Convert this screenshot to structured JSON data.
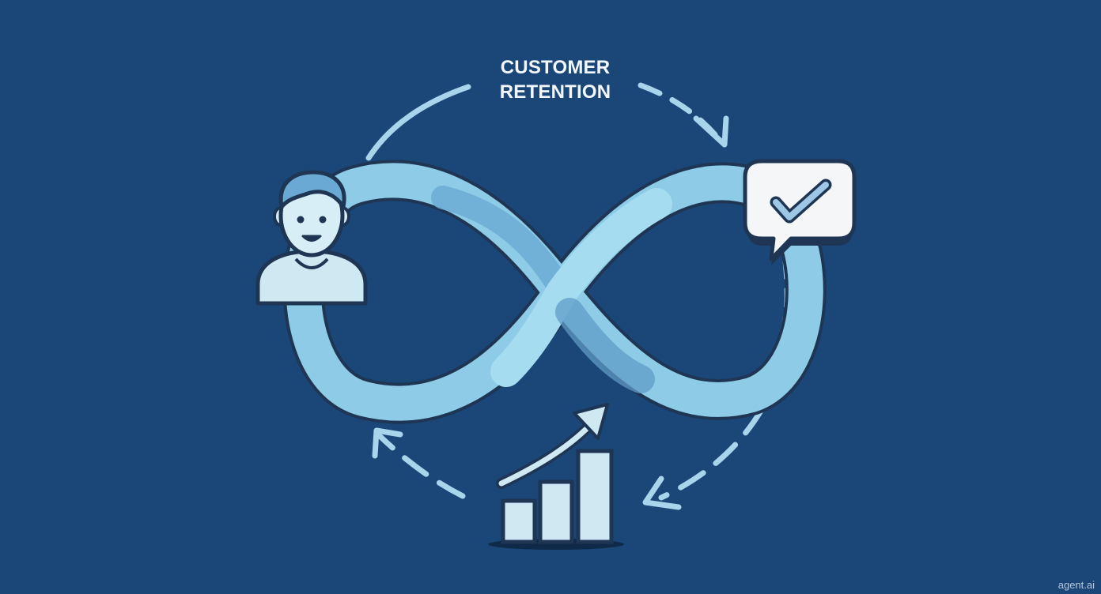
{
  "title": {
    "line1": "CUSTOMER",
    "line2": "RETENTION"
  },
  "watermark": "agent.ai",
  "nodes": [
    {
      "id": "customer",
      "icon": "person-icon"
    },
    {
      "id": "approval",
      "icon": "check-speech-bubble-icon"
    },
    {
      "id": "growth",
      "icon": "growth-bar-chart-icon"
    }
  ],
  "colors": {
    "background": "#1a4778",
    "loop": "#8dcbe6",
    "loop_shadow": "#5f9cc8",
    "arrows": "#a8d4ec",
    "outline": "#1e3553",
    "icon_fill": "#cfe9f3"
  }
}
